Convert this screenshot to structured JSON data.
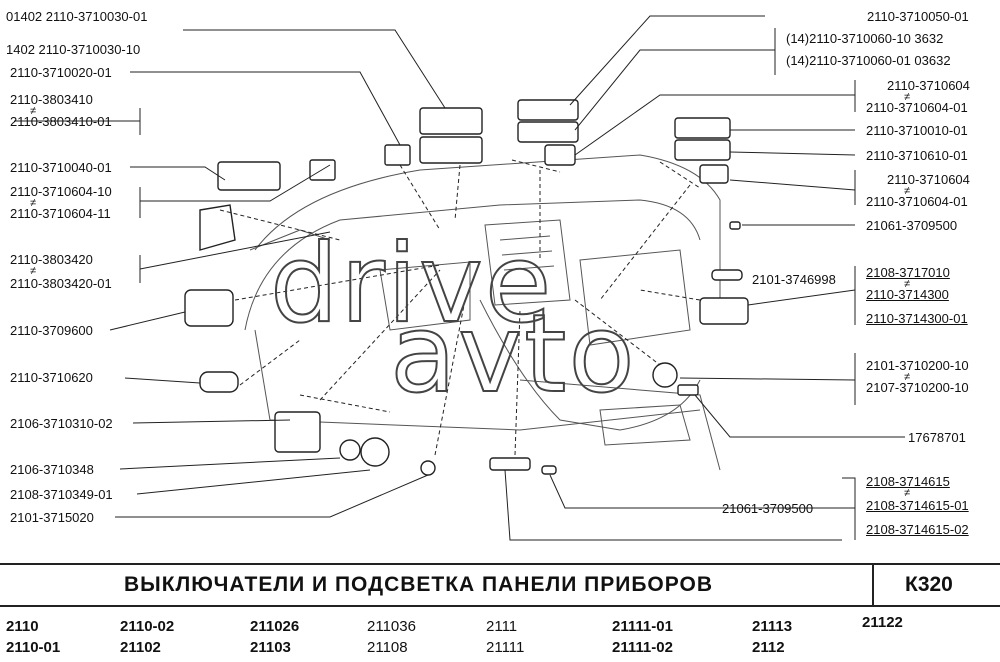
{
  "labels_left": [
    {
      "id": "l1",
      "text": "01402 2110-3710030-01"
    },
    {
      "id": "l2",
      "text": "1402  2110-3710030-10"
    },
    {
      "id": "l3",
      "text": "2110-3710020-01"
    },
    {
      "id": "l4",
      "text": "2110-3803410"
    },
    {
      "id": "l5",
      "text": "2110-3803410-01"
    },
    {
      "id": "l6",
      "text": "2110-3710040-01"
    },
    {
      "id": "l7",
      "text": "2110-3710604-10"
    },
    {
      "id": "l8",
      "text": "2110-3710604-11"
    },
    {
      "id": "l9",
      "text": "2110-3803420"
    },
    {
      "id": "l10",
      "text": "2110-3803420-01"
    },
    {
      "id": "l11",
      "text": "2110-3709600"
    },
    {
      "id": "l12",
      "text": "2110-3710620"
    },
    {
      "id": "l13",
      "text": "2106-3710310-02"
    },
    {
      "id": "l14",
      "text": "2106-3710348"
    },
    {
      "id": "l15",
      "text": "2108-3710349-01"
    },
    {
      "id": "l16",
      "text": "2101-3715020"
    }
  ],
  "labels_right": [
    {
      "id": "r1",
      "text": "2110-3710050-01"
    },
    {
      "id": "r2",
      "text": "(14)2110-3710060-10   3632"
    },
    {
      "id": "r3",
      "text": "(14)2110-3710060-01  03632"
    },
    {
      "id": "r4",
      "text": "2110-3710604"
    },
    {
      "id": "r5",
      "text": "2110-3710604-01"
    },
    {
      "id": "r6",
      "text": "2110-3710010-01"
    },
    {
      "id": "r7",
      "text": "2110-3710610-01"
    },
    {
      "id": "r8",
      "text": "2110-3710604"
    },
    {
      "id": "r9",
      "text": "2110-3710604-01"
    },
    {
      "id": "r10",
      "text": "21061-3709500"
    },
    {
      "id": "r11",
      "text": "2101-3746998"
    },
    {
      "id": "r12",
      "text": "2108-3717010"
    },
    {
      "id": "r13",
      "text": "2110-3714300"
    },
    {
      "id": "r14",
      "text": "2110-3714300-01"
    },
    {
      "id": "r15",
      "text": "2101-3710200-10"
    },
    {
      "id": "r16",
      "text": "2107-3710200-10"
    },
    {
      "id": "r17",
      "text": "17678701"
    },
    {
      "id": "r18",
      "text": "2108-3714615"
    },
    {
      "id": "r19",
      "text": "2108-3714615-01"
    },
    {
      "id": "r20",
      "text": "2108-3714615-02"
    },
    {
      "id": "r21",
      "text": "21061-3709500"
    }
  ],
  "neq_symbol": "≠",
  "watermark_line1": "drive",
  "watermark_line2": "avto",
  "title": "ВЫКЛЮЧАТЕЛИ И ПОДСВЕТКА ПАНЕЛИ ПРИБОРОВ",
  "code": "К320",
  "models": [
    {
      "id": "m1",
      "text": "2110",
      "bold": true
    },
    {
      "id": "m2",
      "text": "2110-02",
      "bold": true
    },
    {
      "id": "m3",
      "text": "211026",
      "bold": true
    },
    {
      "id": "m4",
      "text": "211036",
      "bold": false
    },
    {
      "id": "m5",
      "text": "2111",
      "bold": false
    },
    {
      "id": "m6",
      "text": "21111-01",
      "bold": true
    },
    {
      "id": "m7",
      "text": "21113",
      "bold": true
    },
    {
      "id": "m8",
      "text": "21122",
      "bold": true
    },
    {
      "id": "m9",
      "text": "2110-01",
      "bold": true
    },
    {
      "id": "m10",
      "text": "21102",
      "bold": true
    },
    {
      "id": "m11",
      "text": "21103",
      "bold": true
    },
    {
      "id": "m12",
      "text": "21108",
      "bold": false
    },
    {
      "id": "m13",
      "text": "21111",
      "bold": false
    },
    {
      "id": "m14",
      "text": "21111-02",
      "bold": true
    },
    {
      "id": "m15",
      "text": "2112",
      "bold": true
    }
  ]
}
